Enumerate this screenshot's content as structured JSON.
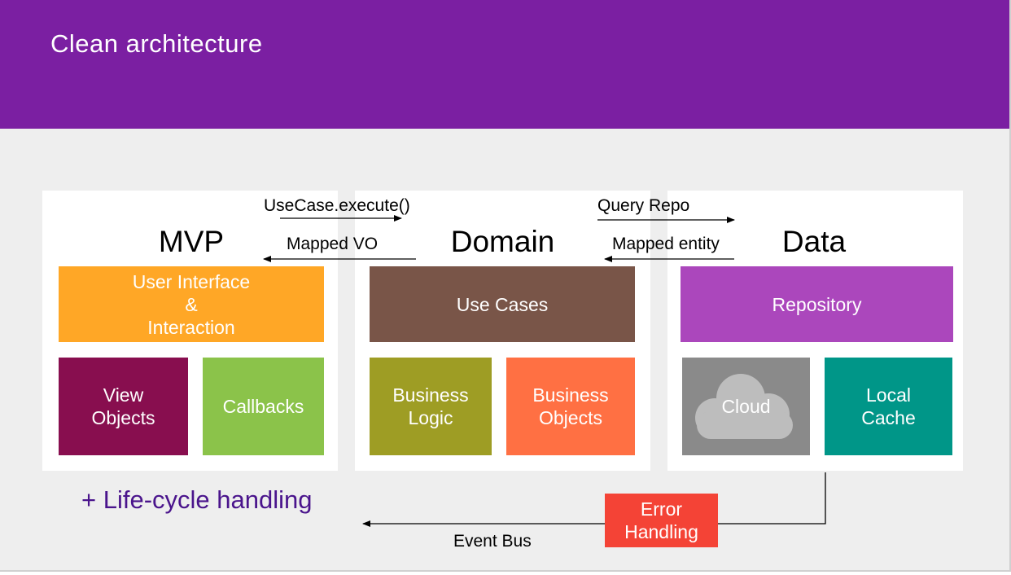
{
  "slide": {
    "title": "Clean architecture"
  },
  "layers": {
    "mvp": {
      "title": "MVP",
      "top_box": "User Interface\n&\nInteraction",
      "left_box": "View\nObjects",
      "right_box": "Callbacks"
    },
    "domain": {
      "title": "Domain",
      "top_box": "Use Cases",
      "left_box": "Business\nLogic",
      "right_box": "Business\nObjects"
    },
    "data": {
      "title": "Data",
      "top_box": "Repository",
      "left_box": "Cloud",
      "right_box": "Local\nCache"
    }
  },
  "arrows": {
    "use_case_execute": "UseCase.execute()",
    "mapped_vo": "Mapped VO",
    "query_repo": "Query Repo",
    "mapped_entity": "Mapped entity",
    "event_bus": "Event Bus"
  },
  "error_handling": "Error\nHandling",
  "lifecycle_note": "+ Life-cycle handling",
  "colors": {
    "header": "#7b1fa2",
    "ui_interaction": "#ffa726",
    "view_objects": "#880e4f",
    "callbacks": "#8bc34a",
    "use_cases": "#795548",
    "business_logic": "#9e9d24",
    "business_objects": "#ff7043",
    "repository": "#ab47bc",
    "cloud_bg": "#8a8a8a",
    "local_cache": "#009688",
    "error_handling": "#f44336"
  }
}
